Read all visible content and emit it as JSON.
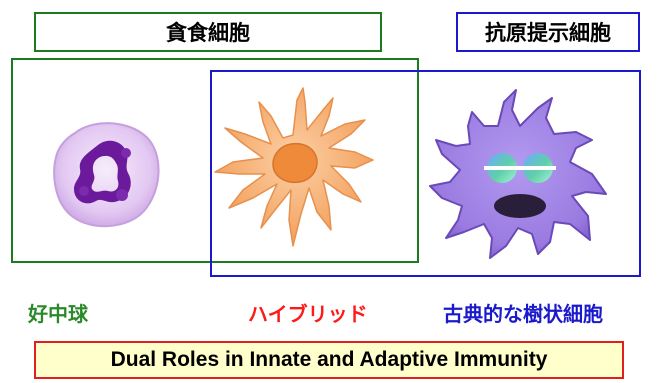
{
  "labels": {
    "phagocyte": "貪食細胞",
    "antigen_presenting": "抗原提示細胞"
  },
  "captions": {
    "neutrophil": "好中球",
    "hybrid": "ハイブリッド",
    "dendritic": "古典的な樹状細胞"
  },
  "banner": "Dual Roles in Innate and Adaptive Immunity",
  "colors": {
    "phagocyte_border": "#1e7a1e",
    "apc_border": "#1a1acc",
    "neutrophil_caption": "#2a8a2a",
    "hybrid_caption": "#ff1a1a",
    "dendritic_caption": "#1a1acc",
    "banner_border": "#e02020",
    "banner_fill": "#ffffcc",
    "neutrophil_body": "#e3c8f2",
    "neutrophil_nucleus": "#6a1a9a",
    "hybrid_body": "#f4a868",
    "hybrid_nucleus": "#ee8a3a",
    "dendritic_body": "#9a7ae0",
    "dendritic_edge": "#6a4ab8"
  },
  "icons": {
    "neutrophil": "neutrophil-cell-icon",
    "hybrid": "hybrid-cell-icon",
    "dendritic": "dendritic-cell-icon"
  }
}
